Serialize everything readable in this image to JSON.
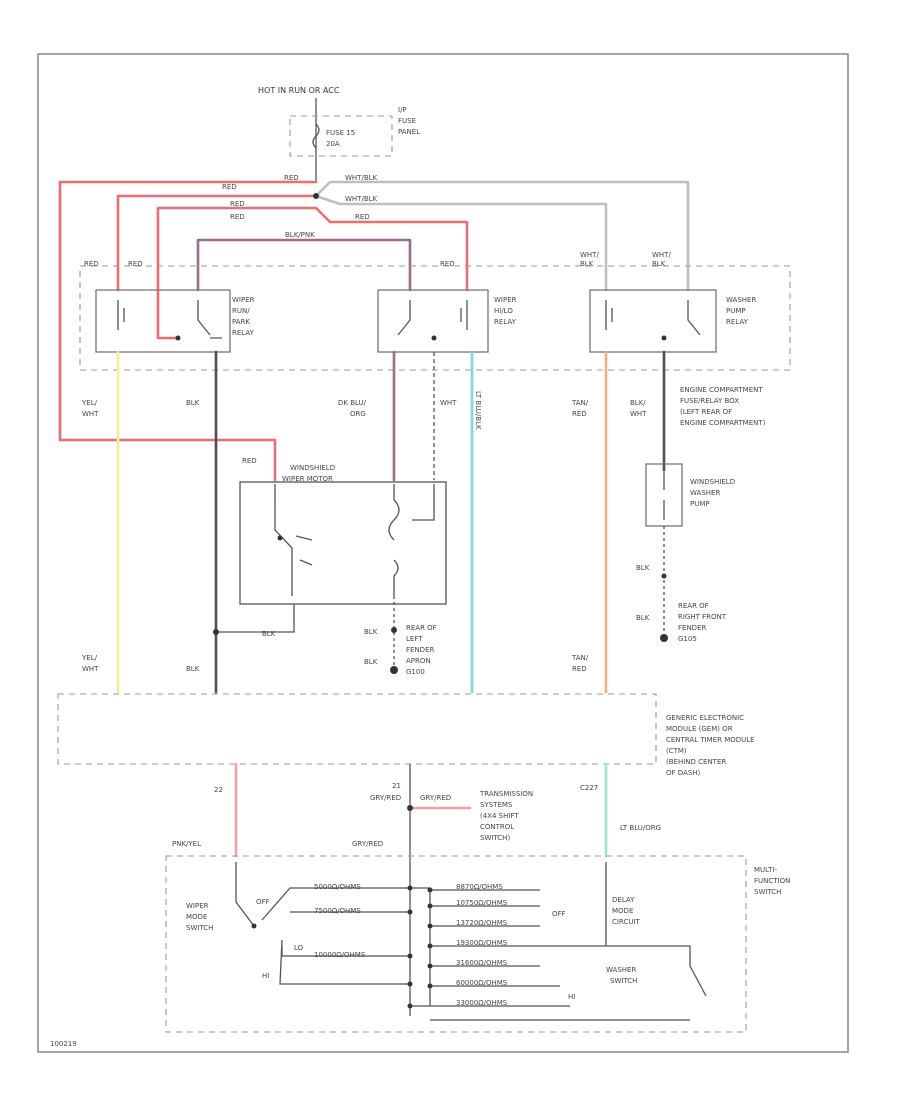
{
  "colors": {
    "red": "#f06a73",
    "purple": "#9b6d8a",
    "gray": "#bfbfbf",
    "black": "#505050",
    "yellow": "#f3f08a",
    "teal": "#7fd8d0",
    "orange": "#f3b07a",
    "pink": "#f3a0a8",
    "pale_teal": "#9fe3d2"
  },
  "labels": {
    "power_source": "HOT IN RUN OR ACC",
    "fuse_panel": [
      "I/P",
      "FUSE",
      "PANEL"
    ],
    "fuse": [
      "FUSE 15",
      "20A"
    ],
    "red": "RED",
    "wht_blk": "WHT/BLK",
    "blk_pnk": "BLK/PNK",
    "wht_blk_stack": [
      "WHT/",
      "BLK"
    ],
    "relay_park": [
      "WIPER",
      "RUN/",
      "PARK",
      "RELAY"
    ],
    "relay_hilo": [
      "WIPER",
      "HI/LO",
      "RELAY"
    ],
    "relay_washer": [
      "WASHER",
      "PUMP",
      "RELAY"
    ],
    "engine_box": [
      "ENGINE COMPARTMENT",
      "FUSE/RELAY BOX",
      "(LEFT REAR OF",
      "ENGINE COMPARTMENT)"
    ],
    "yel_wht": [
      "YEL/",
      "WHT"
    ],
    "blk": "BLK",
    "dk_blu_org": [
      "DK BLU/",
      "ORG"
    ],
    "wht": "WHT",
    "lt_blu_blk": "LT BLU/BLK",
    "tan_red": [
      "TAN/",
      "RED"
    ],
    "blk_wht": [
      "BLK/",
      "WHT"
    ],
    "wiper_motor": [
      "WINDSHIELD",
      "WIPER MOTOR"
    ],
    "washer_pump": [
      "WINDSHIELD",
      "WASHER",
      "PUMP"
    ],
    "ground_left": [
      "REAR OF",
      "LEFT",
      "FENDER",
      "APRON",
      "G100"
    ],
    "ground_right": [
      "REAR OF",
      "RIGHT FRONT",
      "FENDER",
      "G105"
    ],
    "gem": [
      "GENERIC ELECTRONIC",
      "MODULE (GEM) OR",
      "CENTRAL TIMER MODULE",
      "(CTM)",
      "(BEHIND CENTER",
      "OF DASH)"
    ],
    "pin_22": "22",
    "pin_21": "21",
    "pin_c": "C227",
    "gry_red": "GRY/RED",
    "transmission": [
      "TRANSMISSION",
      "SYSTEMS",
      "(4X4 SHIFT",
      "CONTROL",
      "SWITCH)"
    ],
    "lt_blu_org": "LT BLU/ORG",
    "pnk_yel": "PNK/YEL",
    "multi_function": [
      "MULTI-",
      "FUNCTION",
      "SWITCH"
    ],
    "wiper_mode": [
      "WIPER",
      "MODE",
      "SWITCH"
    ],
    "off": "OFF",
    "lo": "LO",
    "hi": "HI",
    "delay_mode": [
      "DELAY",
      "MODE",
      "CIRCUIT"
    ],
    "washer_switch": [
      "WASHER",
      "SWITCH"
    ],
    "ohm_left": [
      "5000Ω/OHMS",
      "7500Ω/OHMS",
      "10000Ω/OHMS"
    ],
    "ohm_right": [
      "8870Ω/OHMS",
      "10750Ω/OHMS",
      "13720Ω/OHMS",
      "19300Ω/OHMS",
      "31600Ω/OHMS",
      "60000Ω/OHMS",
      "33000Ω/OHMS"
    ],
    "diagram_id": "100219"
  }
}
